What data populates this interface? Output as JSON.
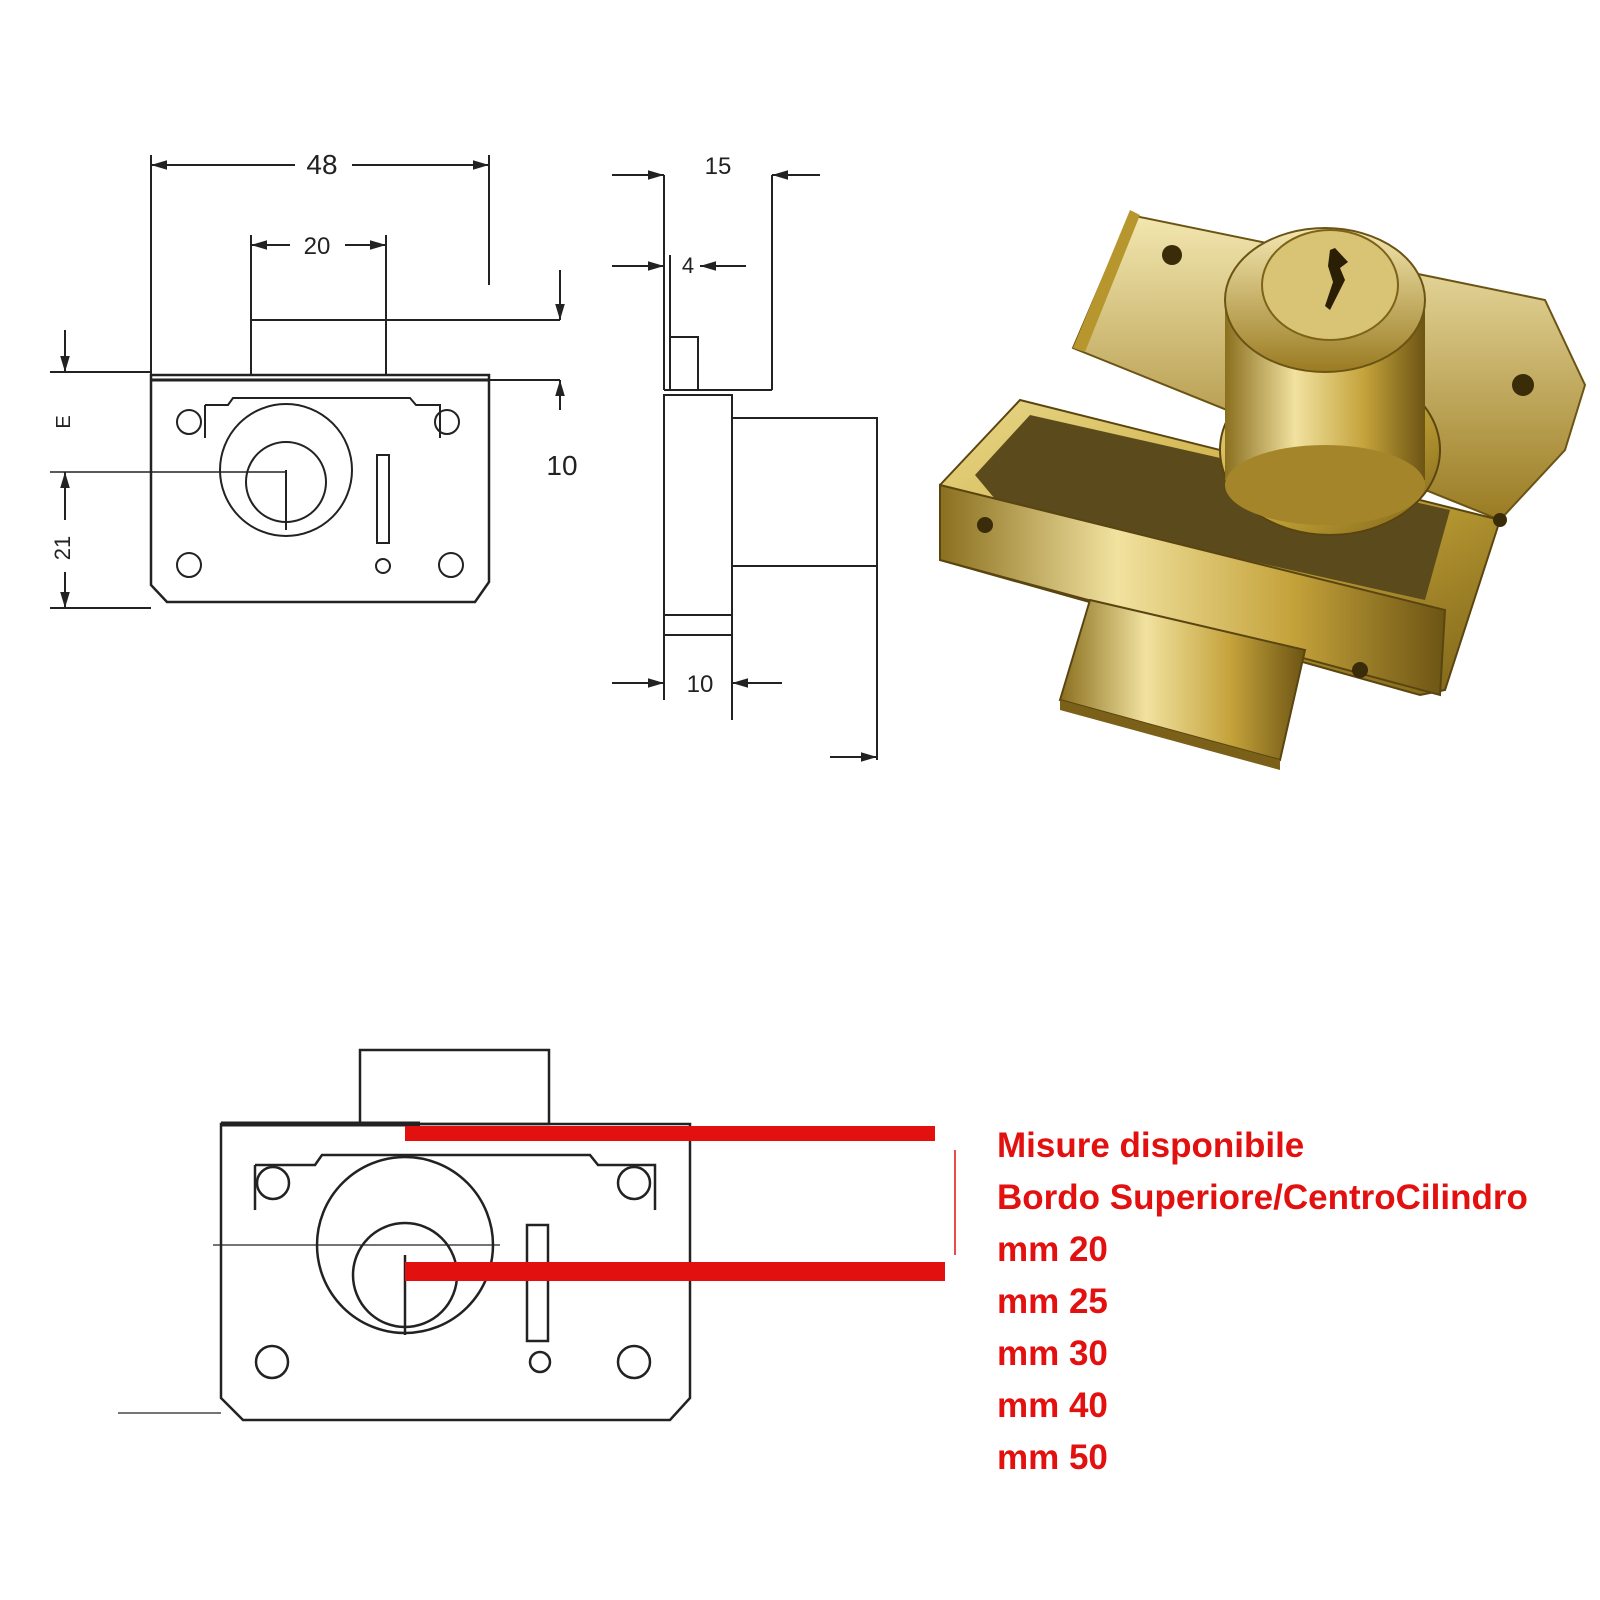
{
  "front_view": {
    "width": "48",
    "bolt_width": "20",
    "label_e": "E",
    "label_21": "21",
    "label_10": "10"
  },
  "side_view": {
    "depth": "15",
    "plate": "4",
    "bolt": "10"
  },
  "sizes": {
    "title": "Misure disponibile",
    "subtitle": "Bordo Superiore/CentroCilindro",
    "options": [
      "mm 20",
      "mm 25",
      "mm 30",
      "mm 40",
      "mm 50"
    ]
  },
  "colors": {
    "highlight": "#e31010",
    "brass": "#c9a93a",
    "line": "#222222"
  }
}
